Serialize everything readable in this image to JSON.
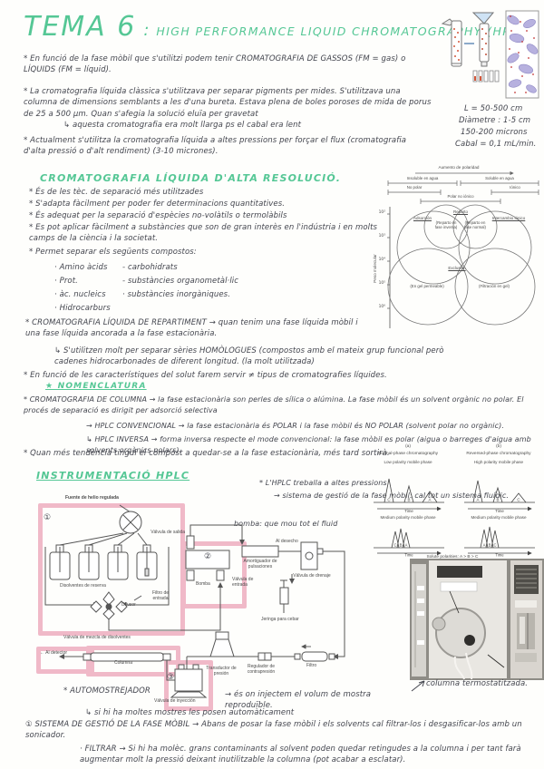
{
  "colors": {
    "green": "#55c795",
    "pink": "#f0b9c8",
    "ink": "#43454e"
  },
  "title": {
    "tema": "TEMA 6",
    "sep": ":",
    "subject": "HIGH PERFORMANCE LIQUID CHROMATOGRAPHY (HPLC)"
  },
  "intro": {
    "b1": "* En funció de la fase mòbil que s'utilitzi podem tenir CROMATOGRAFIA DE GASSOS (FM = gas) o LÍQUIDS (FM = líquid).",
    "b2": "* La cromatografia líquida clàssica s'utilitzava per separar pigments per mides. S'utilitzava una columna de dimensions semblants a les d'una bureta. Estava plena de boles poroses de mida de porus de 25 a 500 μm. Quan s'afegia la solució eluïa per gravetat",
    "b2_sub": "↳ aquesta cromatografia era molt llarga ps el cabal era lent",
    "b3": "* Actualment s'utilitza la cromatografia líquida a altes pressions per forçar el flux (cromatografia d'alta pressió o d'alt rendiment) (3-10 micrones)."
  },
  "column_notes": {
    "l1": "L = 50-500 cm",
    "l2": "Diàmetre : 1-5 cm",
    "l3": "150-200 microns",
    "l4": "Cabal = 0,1 mL/min."
  },
  "section1": {
    "heading": "CROMATOGRAFIA LÍQUIDA D'ALTA RESOLUCIÓ.",
    "bullets": [
      "* És de les tèc. de separació més utilitzades",
      "* S'adapta fàcilment per poder fer determinacions quantitatives.",
      "* És adequat per la separació d'espècies no-volàtils o termolàbils",
      "* Es pot aplicar fàcilment a substàncies que son de gran interès en l'indústria i en molts camps de la ciència i la societat.",
      "* Permet separar els següents compostos:"
    ],
    "compounds_left": [
      "· Amino àcids",
      "· Prot.",
      "· àc. nucleics",
      "· Hidrocarburs"
    ],
    "compounds_right": [
      "- carbohidrats",
      "- substàncies organometàl·lic",
      "· substàncies inorgàniques."
    ],
    "repartiment": "* CROMATOGRAFIA LÍQUIDA DE REPARTIMENT → quan tenim una fase líquida mòbil i una fase líquida ancorada a la fase estacionària.",
    "repartiment_sub": "↳ S'utilitzen molt per separar sèries HOMÒLOGUES (compostos amb el mateix grup funcional però cadenes hidrocarbonades de diferent longitud. (la molt utilitzada)",
    "solut": "* En funció de les característiques del solut farem servir ≠ tipus de cromatografies líquides.",
    "nomenclatura": "★ NOMENCLATURA",
    "columna": "* CROMATOGRAFIA DE COLUMNA → la fase estacionària son perles de sílica o alúmina. La fase mòbil és un solvent orgànic no polar. El procés de separació es dirigit per adsorció selectiva",
    "hplc_conv": "→ HPLC CONVENCIONAL → la fase estacionària és POLAR i la fase mòbil és NO POLAR (solvent polar no orgànic).",
    "hplc_inv": "↳ HPLC INVERSA → forma inversa respecte el mode convencional: la fase mòbil es polar (aigua o barreges d'aigua amb solvents orgànics polars).",
    "tendencia": "* Quan més tendència tingui el compost a quedar-se a la fase estacionària, més tard sortirà."
  },
  "venn": {
    "aumento": "Aumento de polaridad",
    "insoluble": "Insoluble en agua",
    "soluble": "Soluble en agua",
    "no_polar": "No polar",
    "ionico": "Iónico",
    "polar_no_ionico": "Polar no iónico",
    "y_axis": "Peso molecular",
    "ticks": [
      "10²",
      "10³",
      "10⁴",
      "10⁵",
      "10⁶"
    ],
    "adsorcion": "Adsorción",
    "reparto": "Reparto",
    "reparto_inversa": "(Reparto en fase inversa)",
    "reparto_normal": "(Reparto en fase normal)",
    "intercambio": "Intercambio iónico",
    "exclusion": "Exclusión",
    "gel_permeable": "(En gel permeable)",
    "filtracion_gel": "(Filtración en gel)"
  },
  "section2": {
    "heading": "INSTRUMENTACIÓ HPLC",
    "pressions": "* L'HPLC treballa a altes pressions",
    "gestio": "→ sistema de gestió de la fase mòbil: cal tot un sistema fluídic.",
    "bomba_note": "bomba: que mou tot el fluid"
  },
  "schematic": {
    "fuente": "Fuente de helio regulada",
    "n1": "①",
    "disolventes": "Disolventes de reserva",
    "difusor": "Difusor",
    "filtro_entrada": "Filtro de entrada",
    "valvula_mezcla": "Válvula de mezcla de disolventes",
    "valvula_salida": "Válvula de salida",
    "n2": "②",
    "bomba": "Bomba",
    "valvula_entrada": "Válvula de entrada",
    "amortiguador": "Amortiguador de pulsaciones",
    "al_desecho": "Al desecho",
    "valvula_drenaje": "Válvula de drenaje",
    "jeringa": "Jeringa para cebar",
    "al_detector": "← Al detector",
    "columna": "Columna",
    "n3": "③",
    "valvula_inyeccion": "Válvula de inyección",
    "transductor": "Transductor de presión",
    "regulador": "Regulador de contrapresión",
    "filtro": "Filtro"
  },
  "phase_fig": {
    "a": "(a)",
    "b": "(b)",
    "normal": "Normal-phase chromatography",
    "reversed": "Reversed-phase chromatography",
    "low": "Low polarity mobile phase",
    "high": "High polarity mobile phase",
    "medium": "Medium polarity mobile phase",
    "time": "Time",
    "caption": "Solute polarities: A > B > C",
    "peaks_left_top": [
      "C",
      "B",
      "A"
    ],
    "peaks_right_top": [
      "A",
      "B",
      "C"
    ],
    "peaks_left_bottom": [
      "C",
      "B",
      "A"
    ],
    "peaks_right_bottom": [
      "A",
      "B",
      "C"
    ]
  },
  "photo": {
    "caption": "columna termostatitzada."
  },
  "bottom": {
    "auto": "* AUTOMOSTREJADOR",
    "auto_note": "→ és on injectem el volum de mostra reproduïble.",
    "auto_sub": "↳ si hi ha moltes mostres les posen automàticament",
    "gestio": "① SISTEMA DE GESTIÓ DE LA FASE MÒBIL → Abans de posar la fase mòbil i els solvents cal filtrar-los i desgasificar-los amb un sonicador.",
    "filtrar": "· FILTRAR → Si hi ha molèc. grans contaminants al solvent poden quedar retingudes a la columna i per tant farà augmentar molt la pressió deixant inutilitzable la columna (pot acabar a esclatar)."
  }
}
